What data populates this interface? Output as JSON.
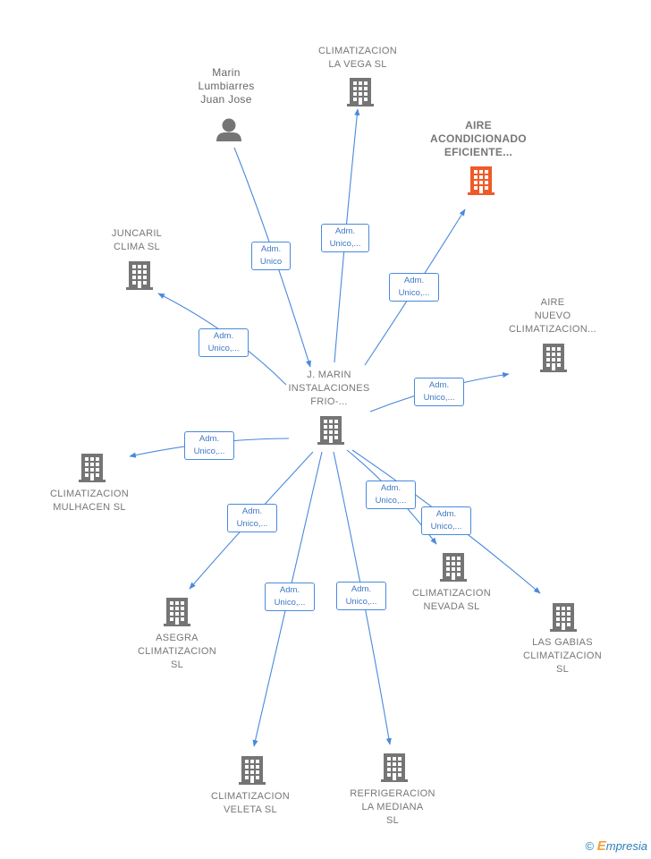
{
  "colors": {
    "edge": "#4a89dc",
    "building": "#757575",
    "building_highlight": "#f05a28",
    "person": "#757575"
  },
  "nodes": {
    "center": {
      "label": "J.  MARIN\nINSTALACIONES\nFRIO-...",
      "icon": "building-icon"
    },
    "person": {
      "label": "Marin\nLumbiarres\nJuan Jose",
      "icon": "person-icon"
    },
    "vega": {
      "label": "CLIMATIZACION\nLA VEGA  SL",
      "icon": "building-icon"
    },
    "aire_acond": {
      "label": "AIRE\nACONDICIONADO\nEFICIENTE...",
      "icon": "building-icon"
    },
    "juncaril": {
      "label": "JUNCARIL\nCLIMA  SL",
      "icon": "building-icon"
    },
    "aire_nuevo": {
      "label": "AIRE\nNUEVO\nCLIMATIZACION...",
      "icon": "building-icon"
    },
    "mulhacen": {
      "label": "CLIMATIZACION\nMULHACEN  SL",
      "icon": "building-icon"
    },
    "nevada": {
      "label": "CLIMATIZACION\nNEVADA  SL",
      "icon": "building-icon"
    },
    "asegra": {
      "label": "ASEGRA\nCLIMATIZACION\nSL",
      "icon": "building-icon"
    },
    "gabias": {
      "label": "LAS GABIAS\nCLIMATIZACION\nSL",
      "icon": "building-icon"
    },
    "veleta": {
      "label": "CLIMATIZACION\nVELETA  SL",
      "icon": "building-icon"
    },
    "mediana": {
      "label": "REFRIGERACION\nLA MEDIANA\nSL",
      "icon": "building-icon"
    }
  },
  "edges": {
    "person_center": "Adm.\nUnico",
    "center_vega": "Adm.\nUnico,...",
    "center_aire_acond": "Adm.\nUnico,...",
    "center_juncaril": "Adm.\nUnico,...",
    "center_aire_nuevo": "Adm.\nUnico,...",
    "center_mulhacen": "Adm.\nUnico,...",
    "center_nevada": "Adm.\nUnico,...",
    "center_gabias": "Adm.\nUnico,...",
    "center_asegra": "Adm.\nUnico,...",
    "center_veleta": "Adm.\nUnico,...",
    "center_mediana": "Adm.\nUnico,..."
  },
  "footer": {
    "copyright": "©",
    "brand_initial": "E",
    "brand_rest": "mpresia"
  }
}
